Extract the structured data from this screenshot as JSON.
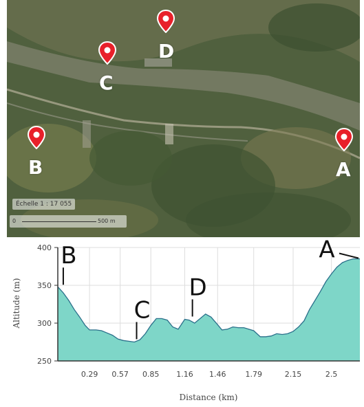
{
  "map": {
    "scale_text": "Échelle 1 : 17 055",
    "scale_bar_start": "0",
    "scale_bar_end": "500 m",
    "markers": [
      {
        "label": "A",
        "icon": "map-pin-icon"
      },
      {
        "label": "B",
        "icon": "map-pin-icon"
      },
      {
        "label": "C",
        "icon": "map-pin-icon"
      },
      {
        "label": "D",
        "icon": "map-pin-icon"
      }
    ],
    "colors": {
      "pin": "#e8202a",
      "label": "#ffffff"
    }
  },
  "chart_data": {
    "type": "area",
    "xlabel": "Distance (km)",
    "ylabel": "Altitude (m)",
    "xlim": [
      0,
      2.76
    ],
    "ylim": [
      250,
      400
    ],
    "x_ticks": [
      "0.29",
      "0.57",
      "0.85",
      "1.16",
      "1.46",
      "1.79",
      "2.15",
      "2.5"
    ],
    "x_tick_values": [
      0.29,
      0.57,
      0.85,
      1.16,
      1.46,
      1.79,
      2.15,
      2.5
    ],
    "y_ticks": [
      "250",
      "300",
      "350",
      "400"
    ],
    "y_tick_values": [
      250,
      300,
      350,
      400
    ],
    "grid": true,
    "fill_color": "#7ed6c8",
    "line_color": "#2a6f8a",
    "x": [
      0.0,
      0.05,
      0.1,
      0.15,
      0.2,
      0.25,
      0.29,
      0.35,
      0.4,
      0.45,
      0.5,
      0.55,
      0.6,
      0.65,
      0.7,
      0.75,
      0.8,
      0.85,
      0.9,
      0.95,
      1.0,
      1.05,
      1.1,
      1.16,
      1.2,
      1.25,
      1.3,
      1.35,
      1.4,
      1.46,
      1.5,
      1.55,
      1.6,
      1.65,
      1.7,
      1.79,
      1.85,
      1.9,
      1.95,
      2.0,
      2.05,
      2.1,
      2.15,
      2.2,
      2.25,
      2.3,
      2.35,
      2.4,
      2.45,
      2.5,
      2.55,
      2.6,
      2.65,
      2.7,
      2.76
    ],
    "y": [
      348,
      340,
      330,
      318,
      308,
      297,
      291,
      291,
      290,
      287,
      284,
      279,
      277,
      276,
      275,
      278,
      286,
      297,
      306,
      306,
      304,
      295,
      292,
      305,
      304,
      300,
      306,
      312,
      308,
      298,
      291,
      292,
      295,
      294,
      294,
      290,
      282,
      282,
      283,
      286,
      285,
      286,
      289,
      295,
      303,
      318,
      330,
      342,
      355,
      365,
      374,
      380,
      383,
      385,
      385
    ],
    "annotations": [
      {
        "label": "B",
        "x": 0.05,
        "y": 348
      },
      {
        "label": "C",
        "x": 0.72,
        "y": 276
      },
      {
        "label": "D",
        "x": 1.23,
        "y": 306
      },
      {
        "label": "A",
        "x": 2.76,
        "y": 385
      }
    ]
  }
}
